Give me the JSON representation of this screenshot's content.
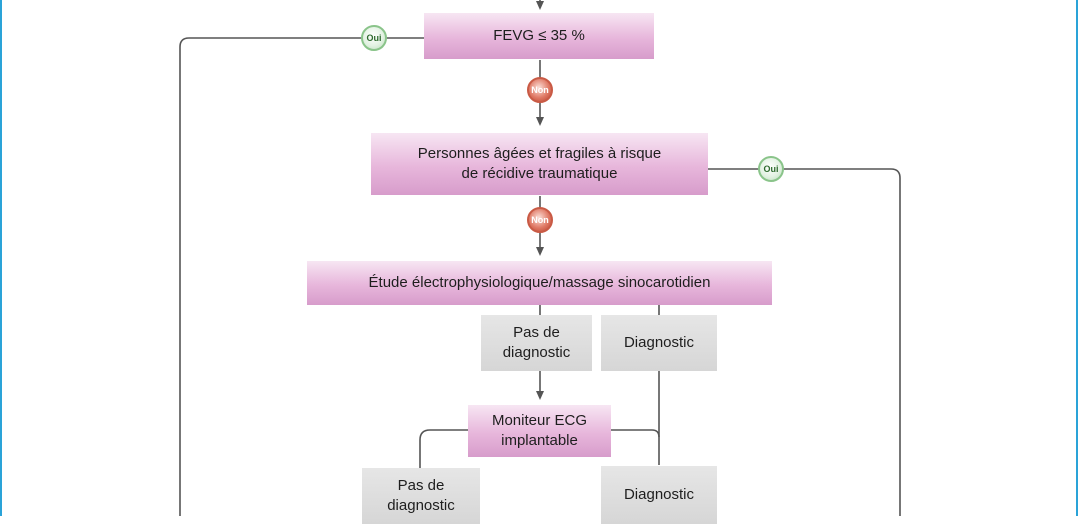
{
  "boxes": {
    "fevg": "FEVG ≤ 35 %",
    "elderly": "Personnes âgées et fragiles à risque\nde récidive traumatique",
    "ep_study": "Étude électrophysiologique/massage sinocarotidien",
    "no_diag_1": "Pas de\ndiagnostic",
    "diag_1": "Diagnostic",
    "ecg_monitor": "Moniteur ECG\nimplantable",
    "no_diag_2": "Pas de\ndiagnostic",
    "diag_2": "Diagnostic"
  },
  "badges": {
    "oui_1": "Oui",
    "non_1": "Non",
    "oui_2": "Oui",
    "non_2": "Non"
  },
  "colors": {
    "border": "#2aa3d8",
    "pink_box": "#e7b6db",
    "grey_box": "#d6d6d6",
    "oui": "#8ac48a",
    "non": "#c95a45",
    "line": "#555555"
  }
}
